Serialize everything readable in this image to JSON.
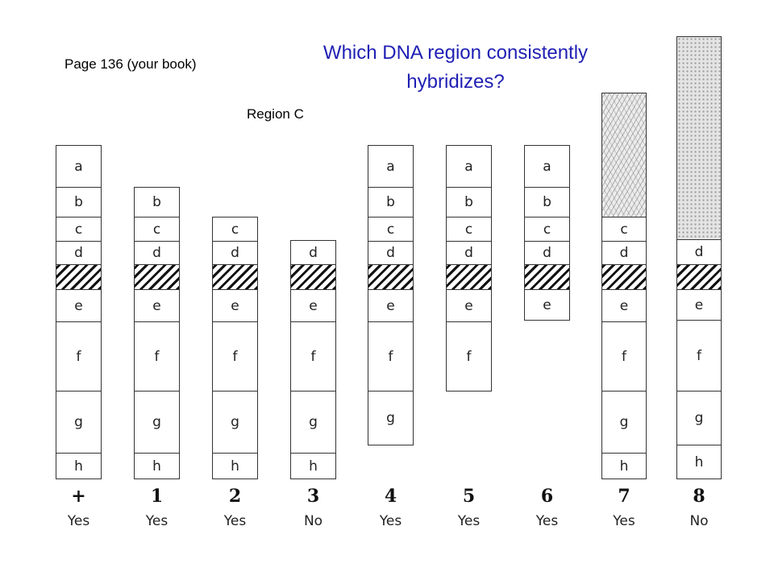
{
  "header": {
    "page_ref": "Page 136 (your book)",
    "question": "Which DNA region consistently hybridizes?",
    "answer": "Region C"
  },
  "columns": [
    {
      "label": "+",
      "result": "Yes",
      "segments": [
        "a",
        "b",
        "c",
        "d",
        "",
        "e",
        "f",
        "g",
        "h"
      ]
    },
    {
      "label": "1",
      "result": "Yes",
      "segments": [
        "b",
        "c",
        "d",
        "",
        "e",
        "f",
        "g",
        "h"
      ]
    },
    {
      "label": "2",
      "result": "Yes",
      "segments": [
        "c",
        "d",
        "",
        "e",
        "f",
        "g",
        "h"
      ]
    },
    {
      "label": "3",
      "result": "No",
      "segments": [
        "d",
        "",
        "e",
        "f",
        "g",
        "h"
      ]
    },
    {
      "label": "4",
      "result": "Yes",
      "segments": [
        "a",
        "b",
        "c",
        "d",
        "",
        "e",
        "f",
        "g"
      ]
    },
    {
      "label": "5",
      "result": "Yes",
      "segments": [
        "a",
        "b",
        "c",
        "d",
        "",
        "e",
        "f"
      ]
    },
    {
      "label": "6",
      "result": "Yes",
      "segments": [
        "a",
        "b",
        "c",
        "d",
        "",
        "e"
      ]
    },
    {
      "label": "7",
      "result": "Yes",
      "segments": [
        "",
        "c",
        "d",
        "",
        "e",
        "f",
        "g",
        "h"
      ]
    },
    {
      "label": "8",
      "result": "No",
      "segments": [
        "",
        "d",
        "",
        "e",
        "f",
        "g",
        "h"
      ]
    }
  ],
  "legend_colors": {
    "question_text": "#1f1fb4",
    "outline": "#333333",
    "hatch": "#111111"
  }
}
